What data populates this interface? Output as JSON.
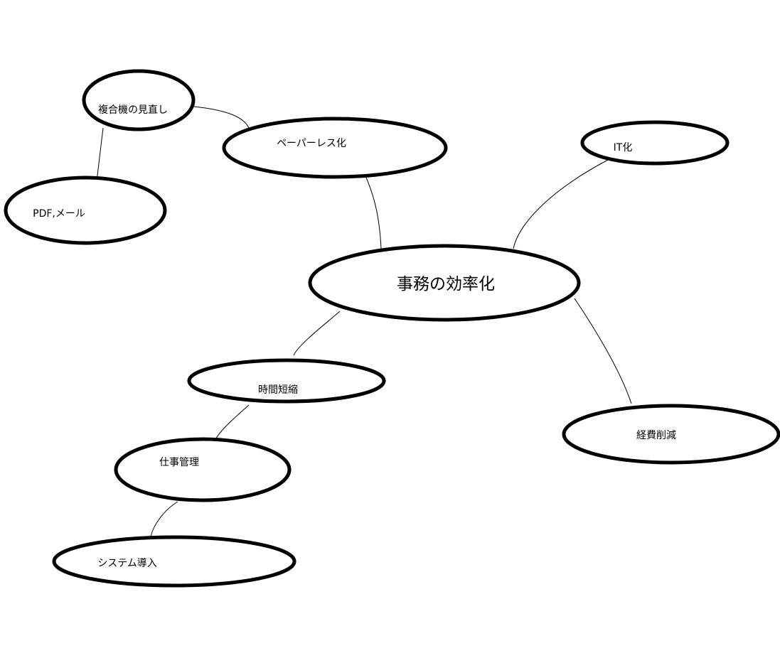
{
  "diagram": {
    "type": "mind-map",
    "background": "#ffffff",
    "line_color": "#000000",
    "nodes": {
      "central": {
        "label": "事務の効率化"
      },
      "paperless": {
        "label": "ペーパーレス化"
      },
      "mfp_review": {
        "label": "複合機の見直し"
      },
      "pdf_mail": {
        "label": "PDF,メール"
      },
      "it": {
        "label": "IT化"
      },
      "cost_cut": {
        "label": "経費削減"
      },
      "time_cut": {
        "label": "時間短縮"
      },
      "task_mgmt": {
        "label": "仕事管理"
      },
      "system_intro": {
        "label": "システム導入"
      }
    },
    "edges": [
      {
        "from": "central",
        "to": "paperless"
      },
      {
        "from": "paperless",
        "to": "mfp_review"
      },
      {
        "from": "mfp_review",
        "to": "pdf_mail"
      },
      {
        "from": "central",
        "to": "it"
      },
      {
        "from": "central",
        "to": "cost_cut"
      },
      {
        "from": "central",
        "to": "time_cut"
      },
      {
        "from": "time_cut",
        "to": "task_mgmt"
      },
      {
        "from": "task_mgmt",
        "to": "system_intro"
      }
    ]
  }
}
